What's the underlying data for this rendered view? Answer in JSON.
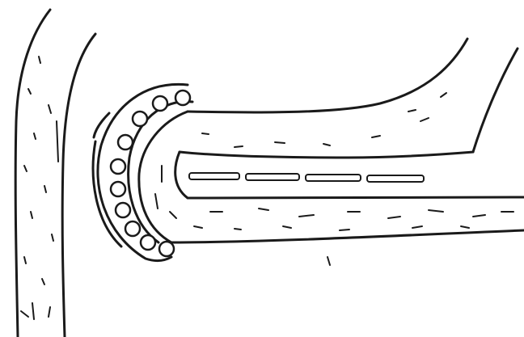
{
  "figure": {
    "kind": "line-drawing",
    "colors": {
      "ink": "#1a1a1a",
      "paper": "#ffffff"
    },
    "parts": [
      {
        "name": "vertical-tube"
      },
      {
        "name": "bent-tube"
      },
      {
        "name": "beaded-ring-collar",
        "bead_count": 10
      },
      {
        "name": "dashed-central-strip"
      }
    ]
  }
}
